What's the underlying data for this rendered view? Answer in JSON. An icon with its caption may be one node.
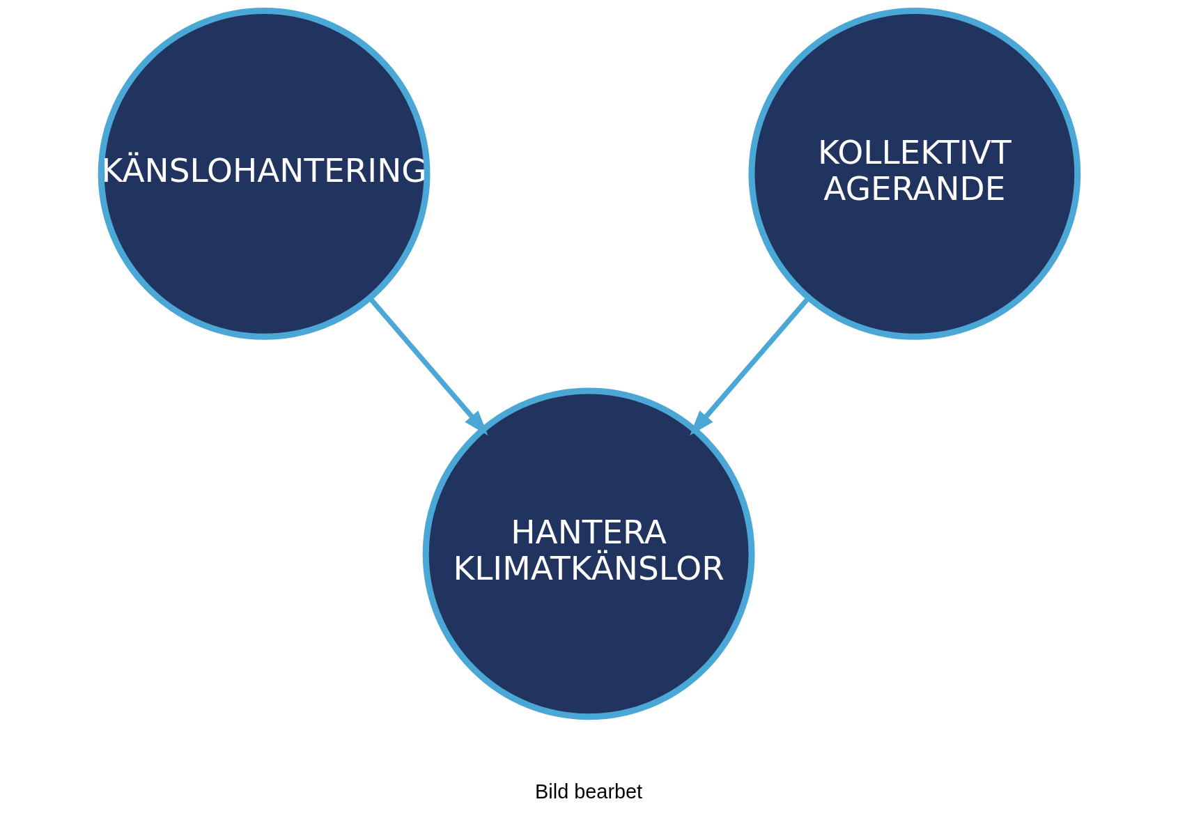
{
  "diagram": {
    "nodes": [
      {
        "text": [
          "KÄNSLOHANTERING"
        ]
      },
      {
        "text": [
          "KOLLEKTIVT AGERANDE"
        ]
      },
      {
        "text": [
          "HANTERA KLIMATKÄNSLOR"
        ]
      }
    ],
    "edges": [
      {
        "from": 0,
        "to": 2,
        "arrow": "to"
      },
      {
        "from": 1,
        "to": 2,
        "arrow": "to"
      }
    ],
    "labels": [
      "Bild bearbet"
    ]
  }
}
